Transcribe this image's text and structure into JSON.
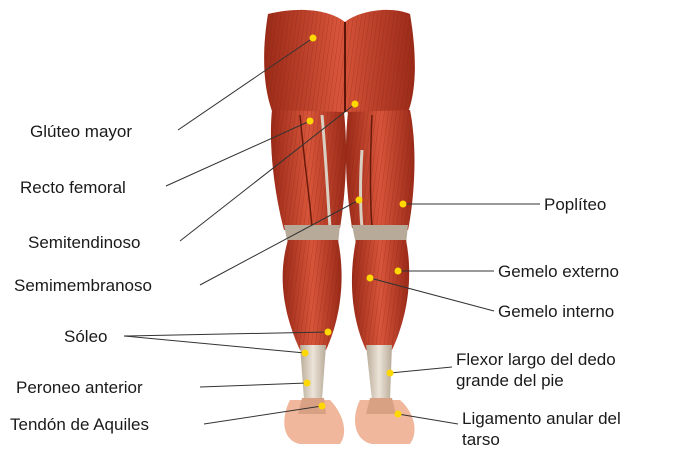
{
  "labels": {
    "gluteo_mayor": "Glúteo mayor",
    "recto_femoral": "Recto femoral",
    "semitendinoso": "Semitendinoso",
    "semimembranoso": "Semimembranoso",
    "soleo": "Sóleo",
    "peroneo_anterior": "Peroneo anterior",
    "tendon_aquiles": "Tendón de Aquiles",
    "popliteo": "Poplíteo",
    "gemelo_externo": "Gemelo externo",
    "gemelo_interno": "Gemelo interno",
    "flexor_1": "Flexor largo del dedo",
    "flexor_2": "grande del pie",
    "ligamento_1": "Ligamento anular del",
    "ligamento_2": "tarso"
  },
  "colors": {
    "muscle": "#c8472f",
    "muscle_dark": "#8e2516",
    "tendon": "#d9cfc3",
    "skin": "#f0b79c",
    "marker": "#ffd800",
    "leader": "#333333"
  }
}
